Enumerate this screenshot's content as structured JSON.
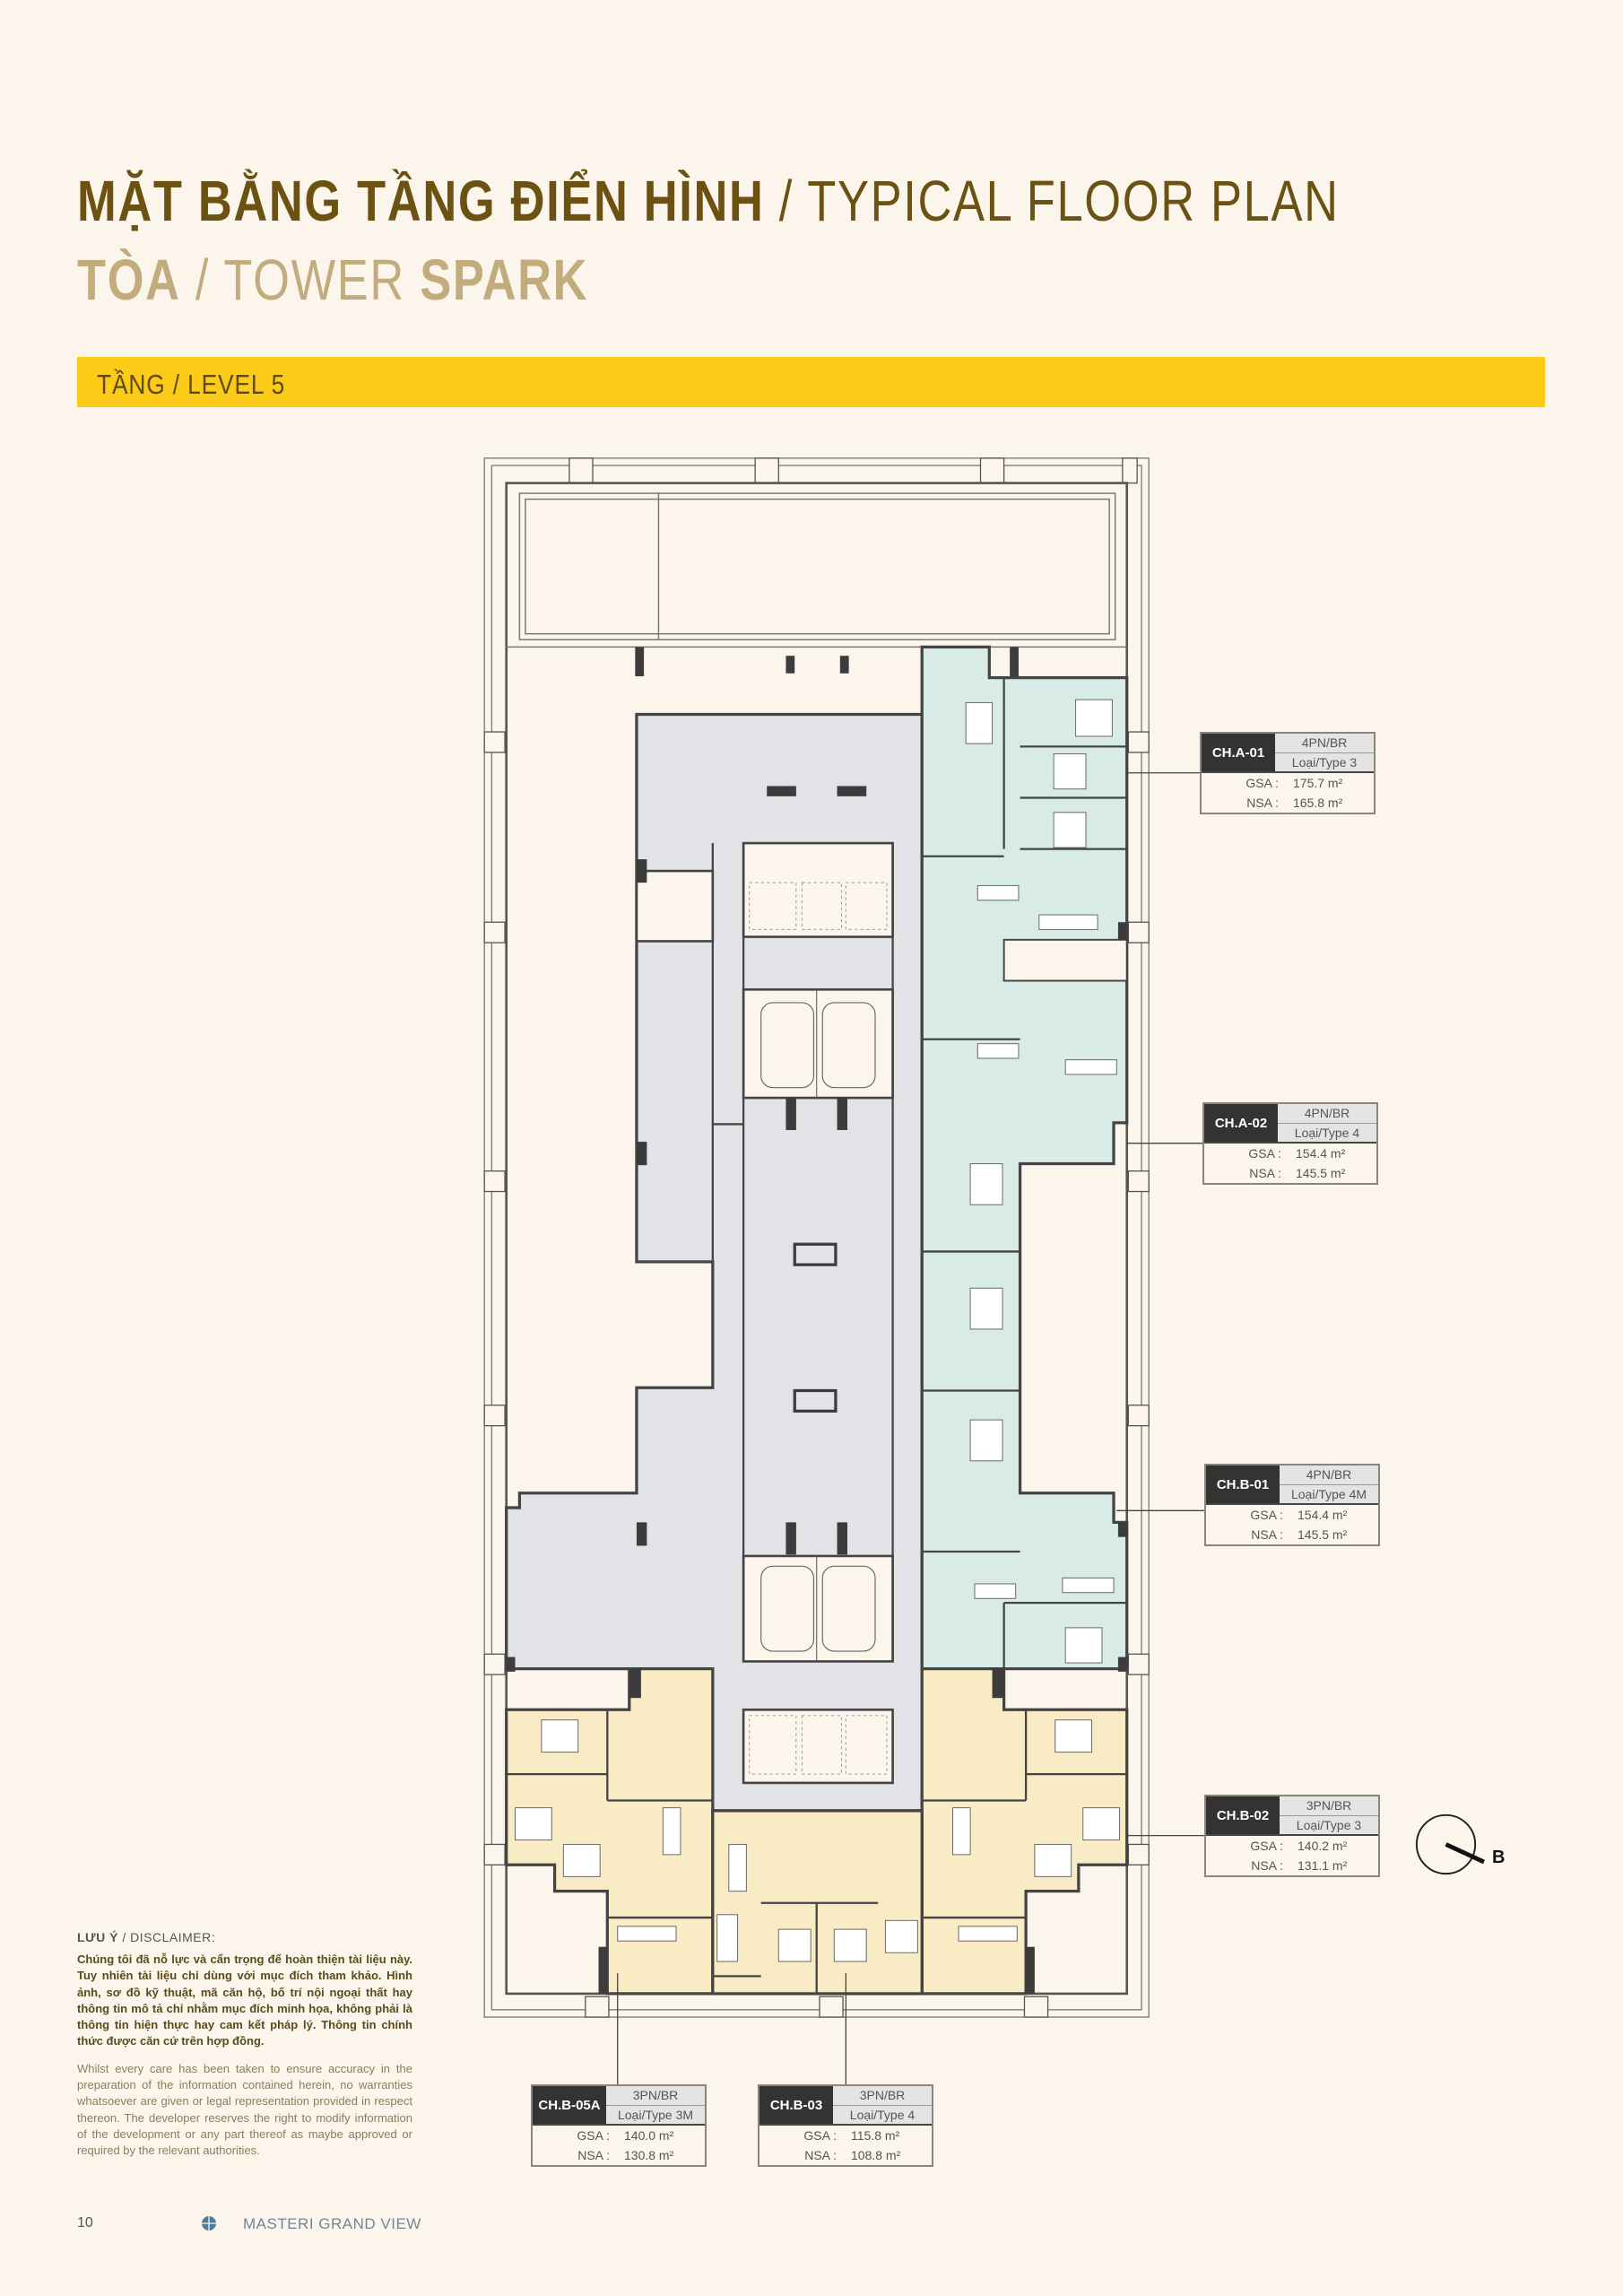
{
  "header": {
    "title_vi": "MẶT BẰNG TẦNG ĐIỂN HÌNH",
    "title_sep": " / ",
    "title_en": "TYPICAL FLOOR PLAN",
    "tower_vi": "TÒA",
    "tower_sep": " / ",
    "tower_en": "TOWER ",
    "tower_name": "SPARK",
    "level": "TẦNG / LEVEL 5"
  },
  "colors": {
    "title": "#6b5213",
    "subtitle": "#c2ab7d",
    "level_bar": "#fccb17",
    "unit_type_a": "#d9ebe6",
    "unit_type_b": "#f9ecc4",
    "common_area": "#e2e3e6"
  },
  "units": [
    {
      "code": "CH.A-01",
      "bedrooms": "4PN/BR",
      "type": "Loại/Type 3",
      "gsa_label": "GSA :",
      "gsa": "175.7 m²",
      "nsa_label": "NSA :",
      "nsa": "165.8 m²"
    },
    {
      "code": "CH.A-02",
      "bedrooms": "4PN/BR",
      "type": "Loại/Type 4",
      "gsa_label": "GSA :",
      "gsa": "154.4 m²",
      "nsa_label": "NSA :",
      "nsa": "145.5 m²"
    },
    {
      "code": "CH.B-01",
      "bedrooms": "4PN/BR",
      "type": "Loại/Type 4M",
      "gsa_label": "GSA :",
      "gsa": "154.4 m²",
      "nsa_label": "NSA :",
      "nsa": "145.5 m²"
    },
    {
      "code": "CH.B-02",
      "bedrooms": "3PN/BR",
      "type": "Loại/Type 3",
      "gsa_label": "GSA :",
      "gsa": "140.2 m²",
      "nsa_label": "NSA :",
      "nsa": "131.1 m²"
    },
    {
      "code": "CH.B-05A",
      "bedrooms": "3PN/BR",
      "type": "Loại/Type 3M",
      "gsa_label": "GSA :",
      "gsa": "140.0 m²",
      "nsa_label": "NSA :",
      "nsa": "130.8 m²"
    },
    {
      "code": "CH.B-03",
      "bedrooms": "3PN/BR",
      "type": "Loại/Type 4",
      "gsa_label": "GSA :",
      "gsa": "115.8 m²",
      "nsa_label": "NSA :",
      "nsa": "108.8 m²"
    }
  ],
  "compass": {
    "label": "B",
    "icon": "north-arrow-icon"
  },
  "disclaimer": {
    "heading_vi": "LƯU Ý",
    "heading_en": " / DISCLAIMER:",
    "text_vi": "Chúng tôi đã nỗ lực và cẩn trọng để hoàn thiện tài liệu này. Tuy nhiên tài liệu chỉ dùng với mục đích tham khảo. Hình ảnh, sơ đồ kỹ thuật, mã căn hộ, bố trí nội ngoại thất hay thông tin mô tả chỉ nhằm mục đích minh họa, không phải là thông tin hiện thực hay cam kết pháp lý. Thông tin chính thức được căn cứ trên hợp đồng.",
    "text_en": "Whilst every care has been taken to ensure accuracy in the preparation of the information contained herein, no warranties whatsoever are given or legal representation provided in respect thereon. The developer reserves the right to modify information of the development or any part thereof as maybe approved or required by the relevant authorities."
  },
  "footer": {
    "page": "10",
    "brand": "MASTERI GRAND VIEW",
    "icon": "globe-icon"
  }
}
